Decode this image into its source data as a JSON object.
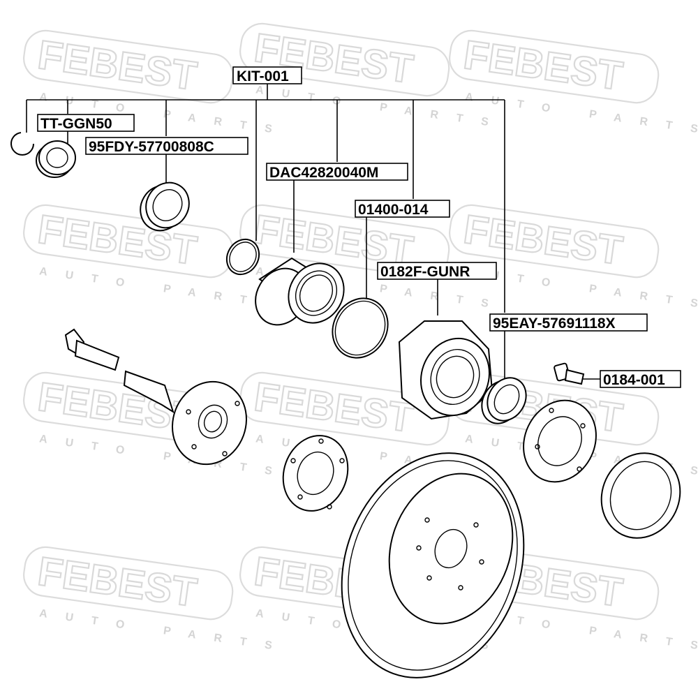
{
  "watermark": {
    "brand": "FEBEST",
    "subtitle": "AUTO PARTS"
  },
  "labels": {
    "kit": "KIT-001",
    "snap_ring_bearing": "TT-GGN50",
    "inner_seal": "95FDY-57700808C",
    "hub_bearing": "DAC42820040M",
    "o_ring": "01400-014",
    "wheel_hub": "0182F-GUNR",
    "outer_seal": "95EAY-57691118X",
    "wheel_bolt": "0184-001"
  }
}
